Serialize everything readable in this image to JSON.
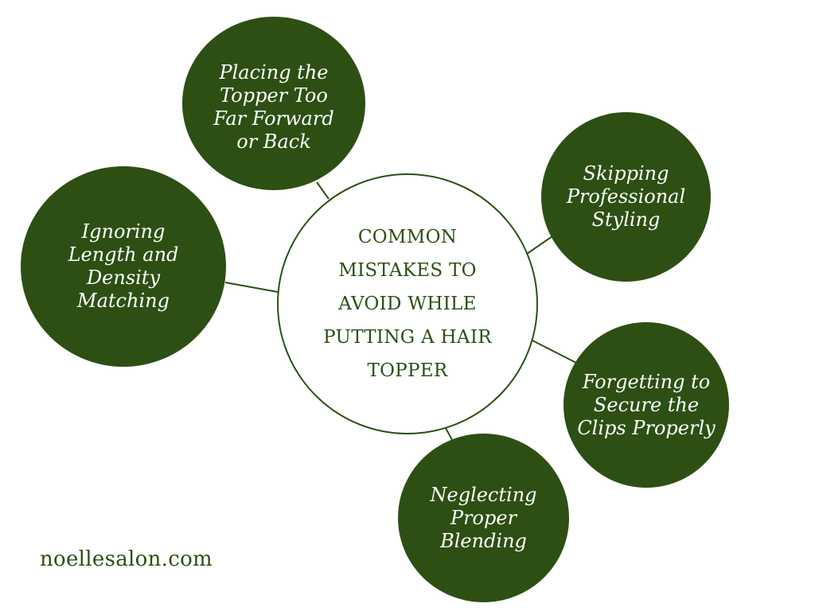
{
  "diagram": {
    "center": {
      "text": "COMMON MISTAKES TO AVOID WHILE PUTTING A HAIR TOPPER"
    },
    "nodes": [
      {
        "text": "Placing the Topper Too Far Forward or Back"
      },
      {
        "text": "Skipping Professional Styling"
      },
      {
        "text": "Ignoring Length and Density Matching"
      },
      {
        "text": "Forgetting to Secure the Clips Properly"
      },
      {
        "text": "Neglecting Proper Blending"
      }
    ]
  },
  "footer": {
    "website": "noellesalon.com"
  },
  "colors": {
    "node_fill": "#2d4f14",
    "node_text": "#ffffff",
    "center_border": "#2d4f14",
    "center_text": "#2d4f14",
    "background": "#ffffff"
  }
}
